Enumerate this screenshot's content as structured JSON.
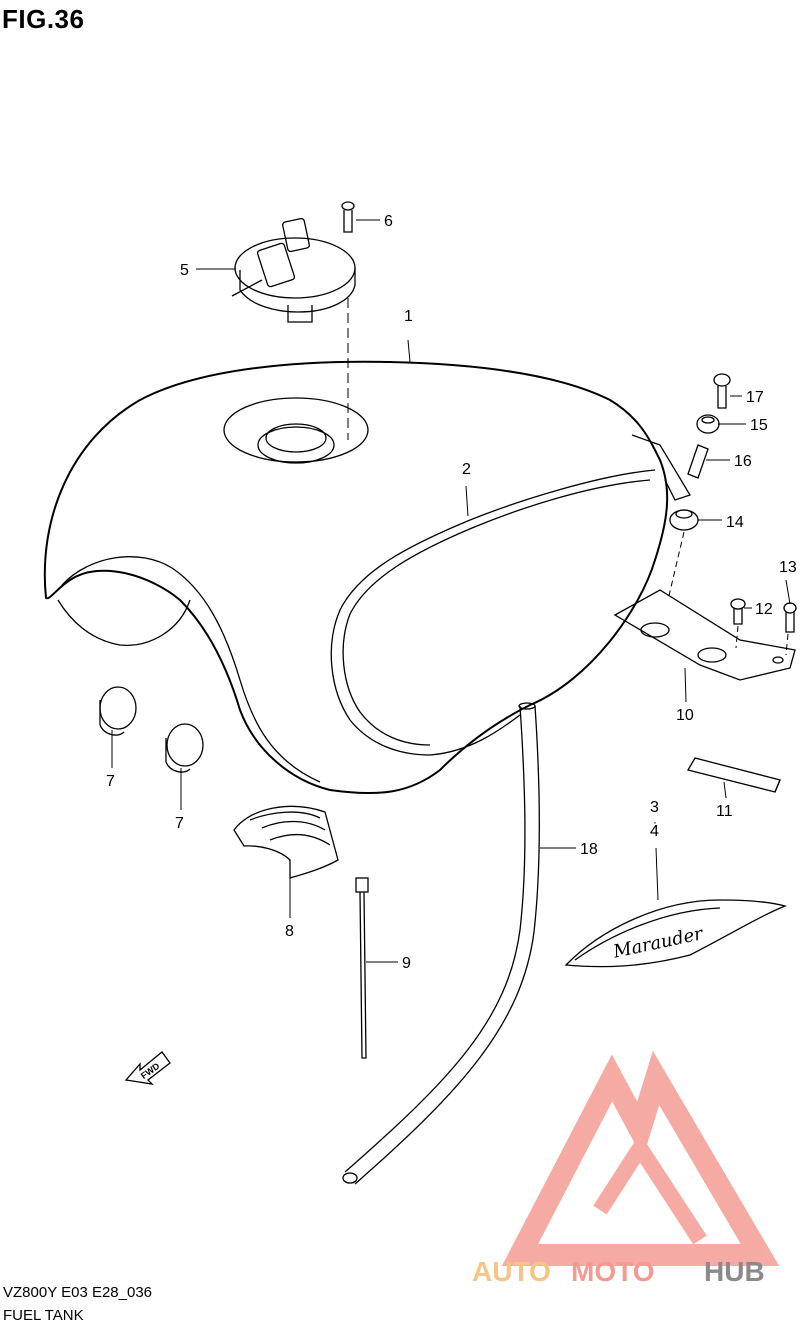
{
  "figure": {
    "title": "FIG.36",
    "model_code": "VZ800Y E03 E28_036",
    "caption": "FUEL TANK"
  },
  "callouts": [
    {
      "id": "c1",
      "label": "1"
    },
    {
      "id": "c2",
      "label": "2"
    },
    {
      "id": "c3",
      "label": "3"
    },
    {
      "id": "c4",
      "label": "4"
    },
    {
      "id": "c5",
      "label": "5"
    },
    {
      "id": "c6",
      "label": "6"
    },
    {
      "id": "c7a",
      "label": "7"
    },
    {
      "id": "c7b",
      "label": "7"
    },
    {
      "id": "c8",
      "label": "8"
    },
    {
      "id": "c9",
      "label": "9"
    },
    {
      "id": "c10",
      "label": "10"
    },
    {
      "id": "c11",
      "label": "11"
    },
    {
      "id": "c12",
      "label": "12"
    },
    {
      "id": "c13",
      "label": "13"
    },
    {
      "id": "c14",
      "label": "14"
    },
    {
      "id": "c15",
      "label": "15"
    },
    {
      "id": "c16",
      "label": "16"
    },
    {
      "id": "c17",
      "label": "17"
    },
    {
      "id": "c18",
      "label": "18"
    }
  ],
  "fwd_arrow": {
    "label": "FWD"
  },
  "emblem": {
    "script_text": "Marauder"
  },
  "watermark": {
    "part1": "AUTO",
    "part2": "MOTO",
    "part3": "HUB",
    "colors": {
      "auto": "#f6c487",
      "moto": "#f49a90",
      "hub": "#8a8a8a",
      "logo": "#f5a39a"
    }
  }
}
